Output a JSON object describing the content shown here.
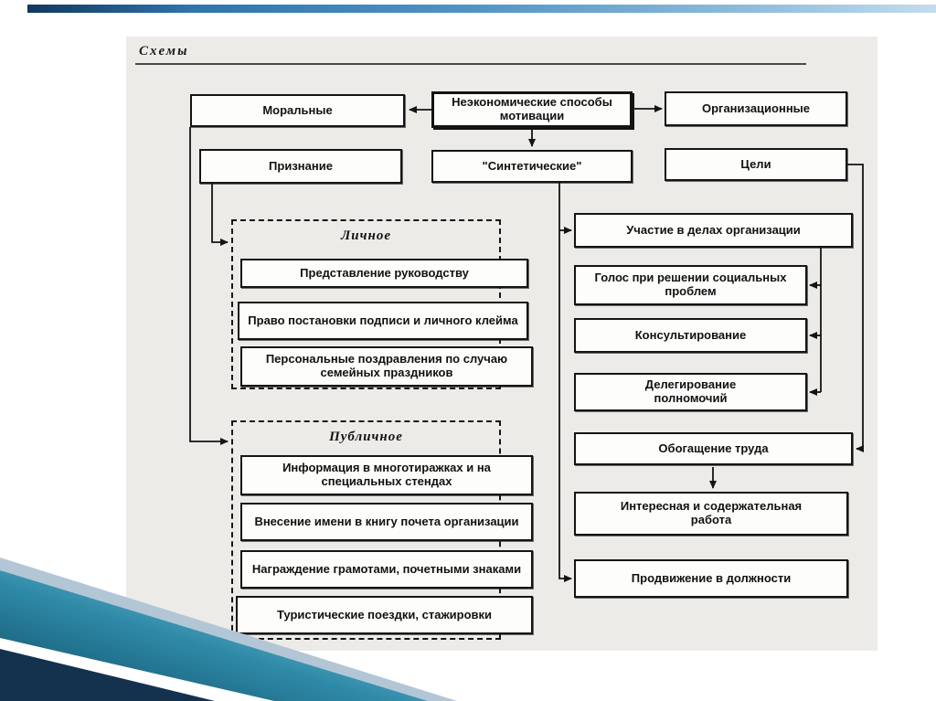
{
  "slide": {
    "header_title": "Схемы"
  },
  "diagram": {
    "root": "Неэкономические способы мотивации",
    "moral": "Моральные",
    "organizational": "Организационные",
    "recognition": "Признание",
    "synthetic": "\"Синтетические\"",
    "goals": "Цели",
    "personal": {
      "label": "Личное",
      "items": [
        "Представление руководству",
        "Право постановки подписи и личного клейма",
        "Персональные поздравления по случаю семейных праздников"
      ]
    },
    "public": {
      "label": "Публичное",
      "items": [
        "Информация в многотиражках и на специальных стендах",
        "Внесение имени в книгу почета организации",
        "Награждение грамотами, почетными знаками",
        "Туристические поездки, стажировки"
      ]
    },
    "organizational_items": [
      "Участие в делах организации",
      "Голос при решении социальных проблем",
      "Консультирование",
      "Делегирование полномочий",
      "Обогащение труда",
      "Интересная и содержательная работа",
      "Продвижение в должности"
    ]
  },
  "colors": {
    "topbar_blue": "#2e74ad",
    "teal_band": "#1b6e8c",
    "navy_triangle": "#14324e",
    "scan_gray": "#ecebe7"
  }
}
